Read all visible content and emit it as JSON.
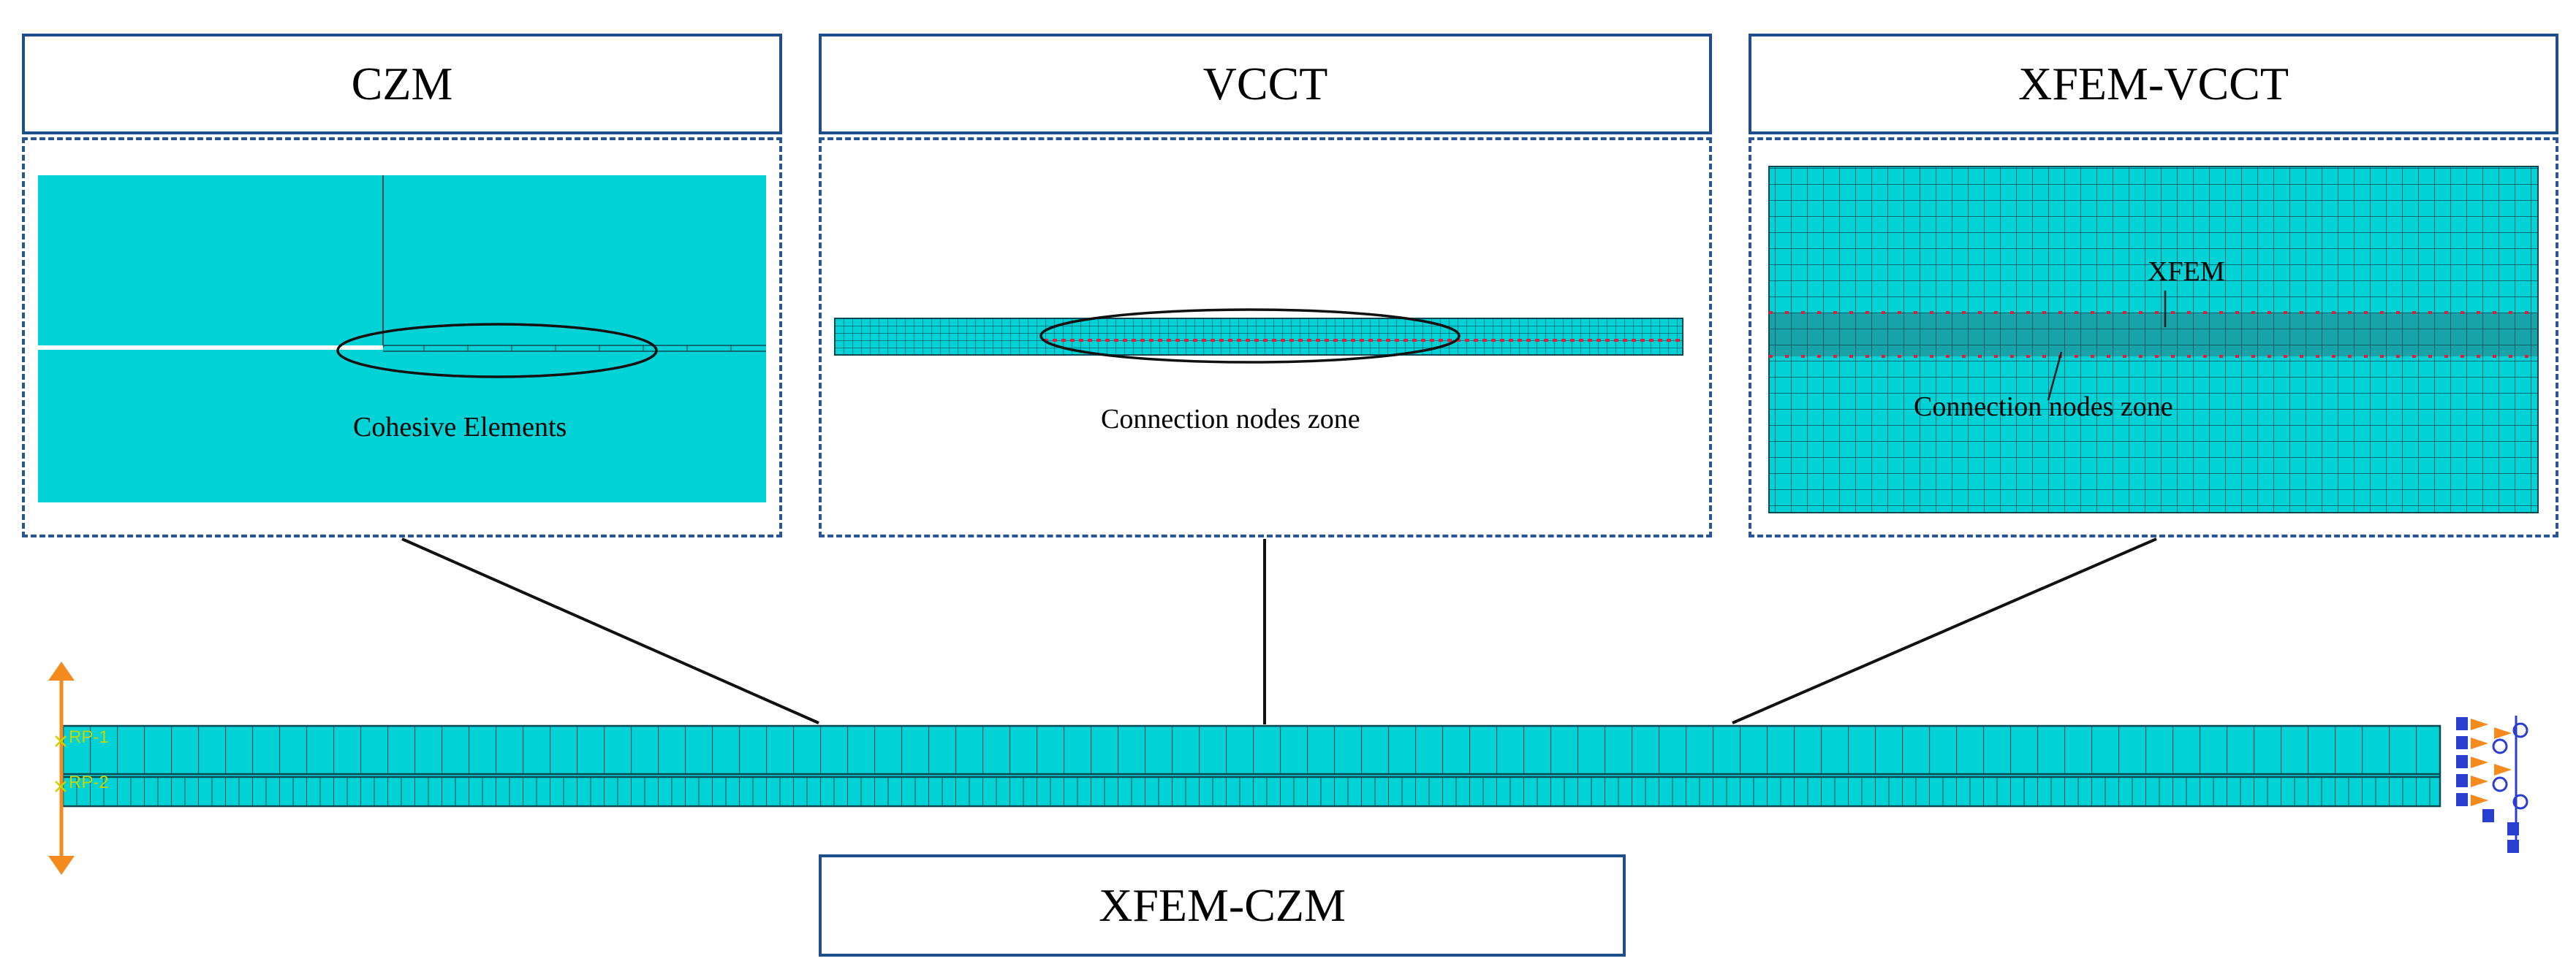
{
  "panels": {
    "czm": {
      "title": "CZM",
      "annotation": "Cohesive Elements"
    },
    "vcct": {
      "title": "VCCT",
      "annotation": "Connection nodes zone"
    },
    "xfem_vcct": {
      "title": "XFEM-VCCT",
      "annotation_xfem": "XFEM",
      "annotation_nodes": "Connection nodes zone"
    }
  },
  "main_model": {
    "title": "XFEM-CZM",
    "ref_point_1": "RP-1",
    "ref_point_2": "RP-2"
  },
  "colors": {
    "mesh_fill": "#00d2d6",
    "mesh_line": "#0b4a55",
    "box_border": "#1f4e8c",
    "node_red": "#e0203a",
    "load_arrow": "#f58a1f",
    "boundary_blue": "#2a3fcf"
  }
}
